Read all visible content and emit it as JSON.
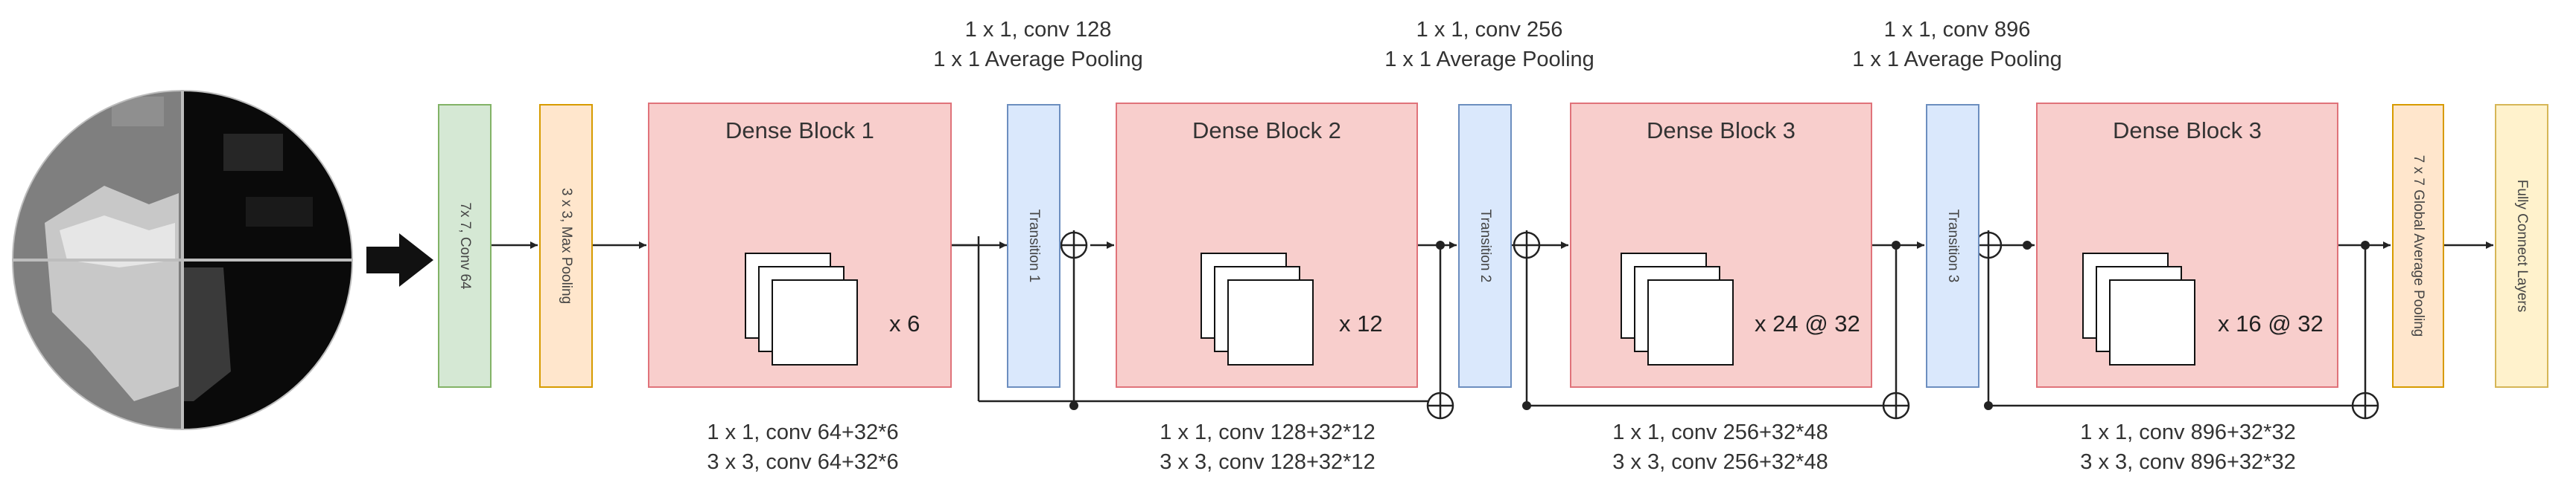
{
  "input_image": {
    "icon": "segmented-circle-image"
  },
  "stages": {
    "conv": {
      "label": "7x 7, Conv 64",
      "fill": "#d5e8d4",
      "stroke": "#82b366"
    },
    "pool": {
      "label": "3 x 3, Max Pooling",
      "fill": "#ffe6cc",
      "stroke": "#d79b00"
    },
    "gap": {
      "label": "7 x 7 Global Average Pooling",
      "fill": "#ffe6cc",
      "stroke": "#d79b00"
    },
    "fc": {
      "label": "Fully Connect Layers",
      "fill": "#fff2cc",
      "stroke": "#d6b656"
    }
  },
  "dense_blocks": [
    {
      "title": "Dense Block 1",
      "multiplier": "x 6",
      "conv_lines": [
        "1 x 1, conv 64+32*6",
        "3 x 3, conv 64+32*6"
      ]
    },
    {
      "title": "Dense Block 2",
      "multiplier": "x 12",
      "conv_lines": [
        "1 x 1, conv 128+32*12",
        "3 x 3, conv 128+32*12"
      ]
    },
    {
      "title": "Dense Block 3",
      "multiplier": "x 24 @ 32",
      "conv_lines": [
        "1 x 1, conv 256+32*48",
        "3 x 3, conv 256+32*48"
      ]
    },
    {
      "title": "Dense Block 3",
      "multiplier": "x 16 @ 32",
      "conv_lines": [
        "1 x 1, conv 896+32*32",
        "3 x 3, conv 896+32*32"
      ]
    }
  ],
  "transitions": [
    {
      "label": "Transition 1",
      "lines": [
        "1 x 1, conv 128",
        "1 x 1 Average Pooling"
      ]
    },
    {
      "label": "Transition 2",
      "lines": [
        "1 x 1, conv 256",
        "1 x 1 Average Pooling"
      ]
    },
    {
      "label": "Transition 3",
      "lines": [
        "1 x 1, conv 896",
        "1 x 1 Average Pooling"
      ]
    }
  ],
  "colors": {
    "dense_fill": "#f8cecc",
    "dense_stroke": "#e0737a",
    "transition_fill": "#dae8fc",
    "transition_stroke": "#6c8ebf",
    "line": "#222222"
  }
}
